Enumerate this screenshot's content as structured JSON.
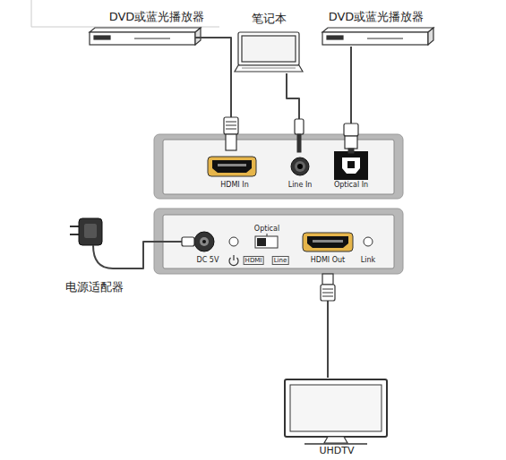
{
  "diagram": {
    "nodes": [
      {
        "text": [
          "DVD或蓝光播放器"
        ]
      },
      {
        "text": [
          "笔记本"
        ]
      },
      {
        "text": [
          "DVD或蓝光播放器"
        ]
      },
      {
        "text": [
          "HDMI In",
          "Line In",
          "Optical In"
        ]
      },
      {
        "text": [
          "Optical",
          "DC 5V",
          "HDMI",
          "Line",
          "HDMI Out",
          "Link"
        ]
      },
      {
        "text": [
          "电源适配器"
        ]
      },
      {
        "text": [
          "UHDTV"
        ]
      }
    ],
    "edges": [
      {
        "from": 0,
        "to": 3,
        "arrow": "none"
      },
      {
        "from": 1,
        "to": 3,
        "arrow": "none"
      },
      {
        "from": 2,
        "to": 3,
        "arrow": "none"
      },
      {
        "from": 5,
        "to": 4,
        "arrow": "none"
      },
      {
        "from": 4,
        "to": 6,
        "arrow": "none"
      }
    ]
  }
}
